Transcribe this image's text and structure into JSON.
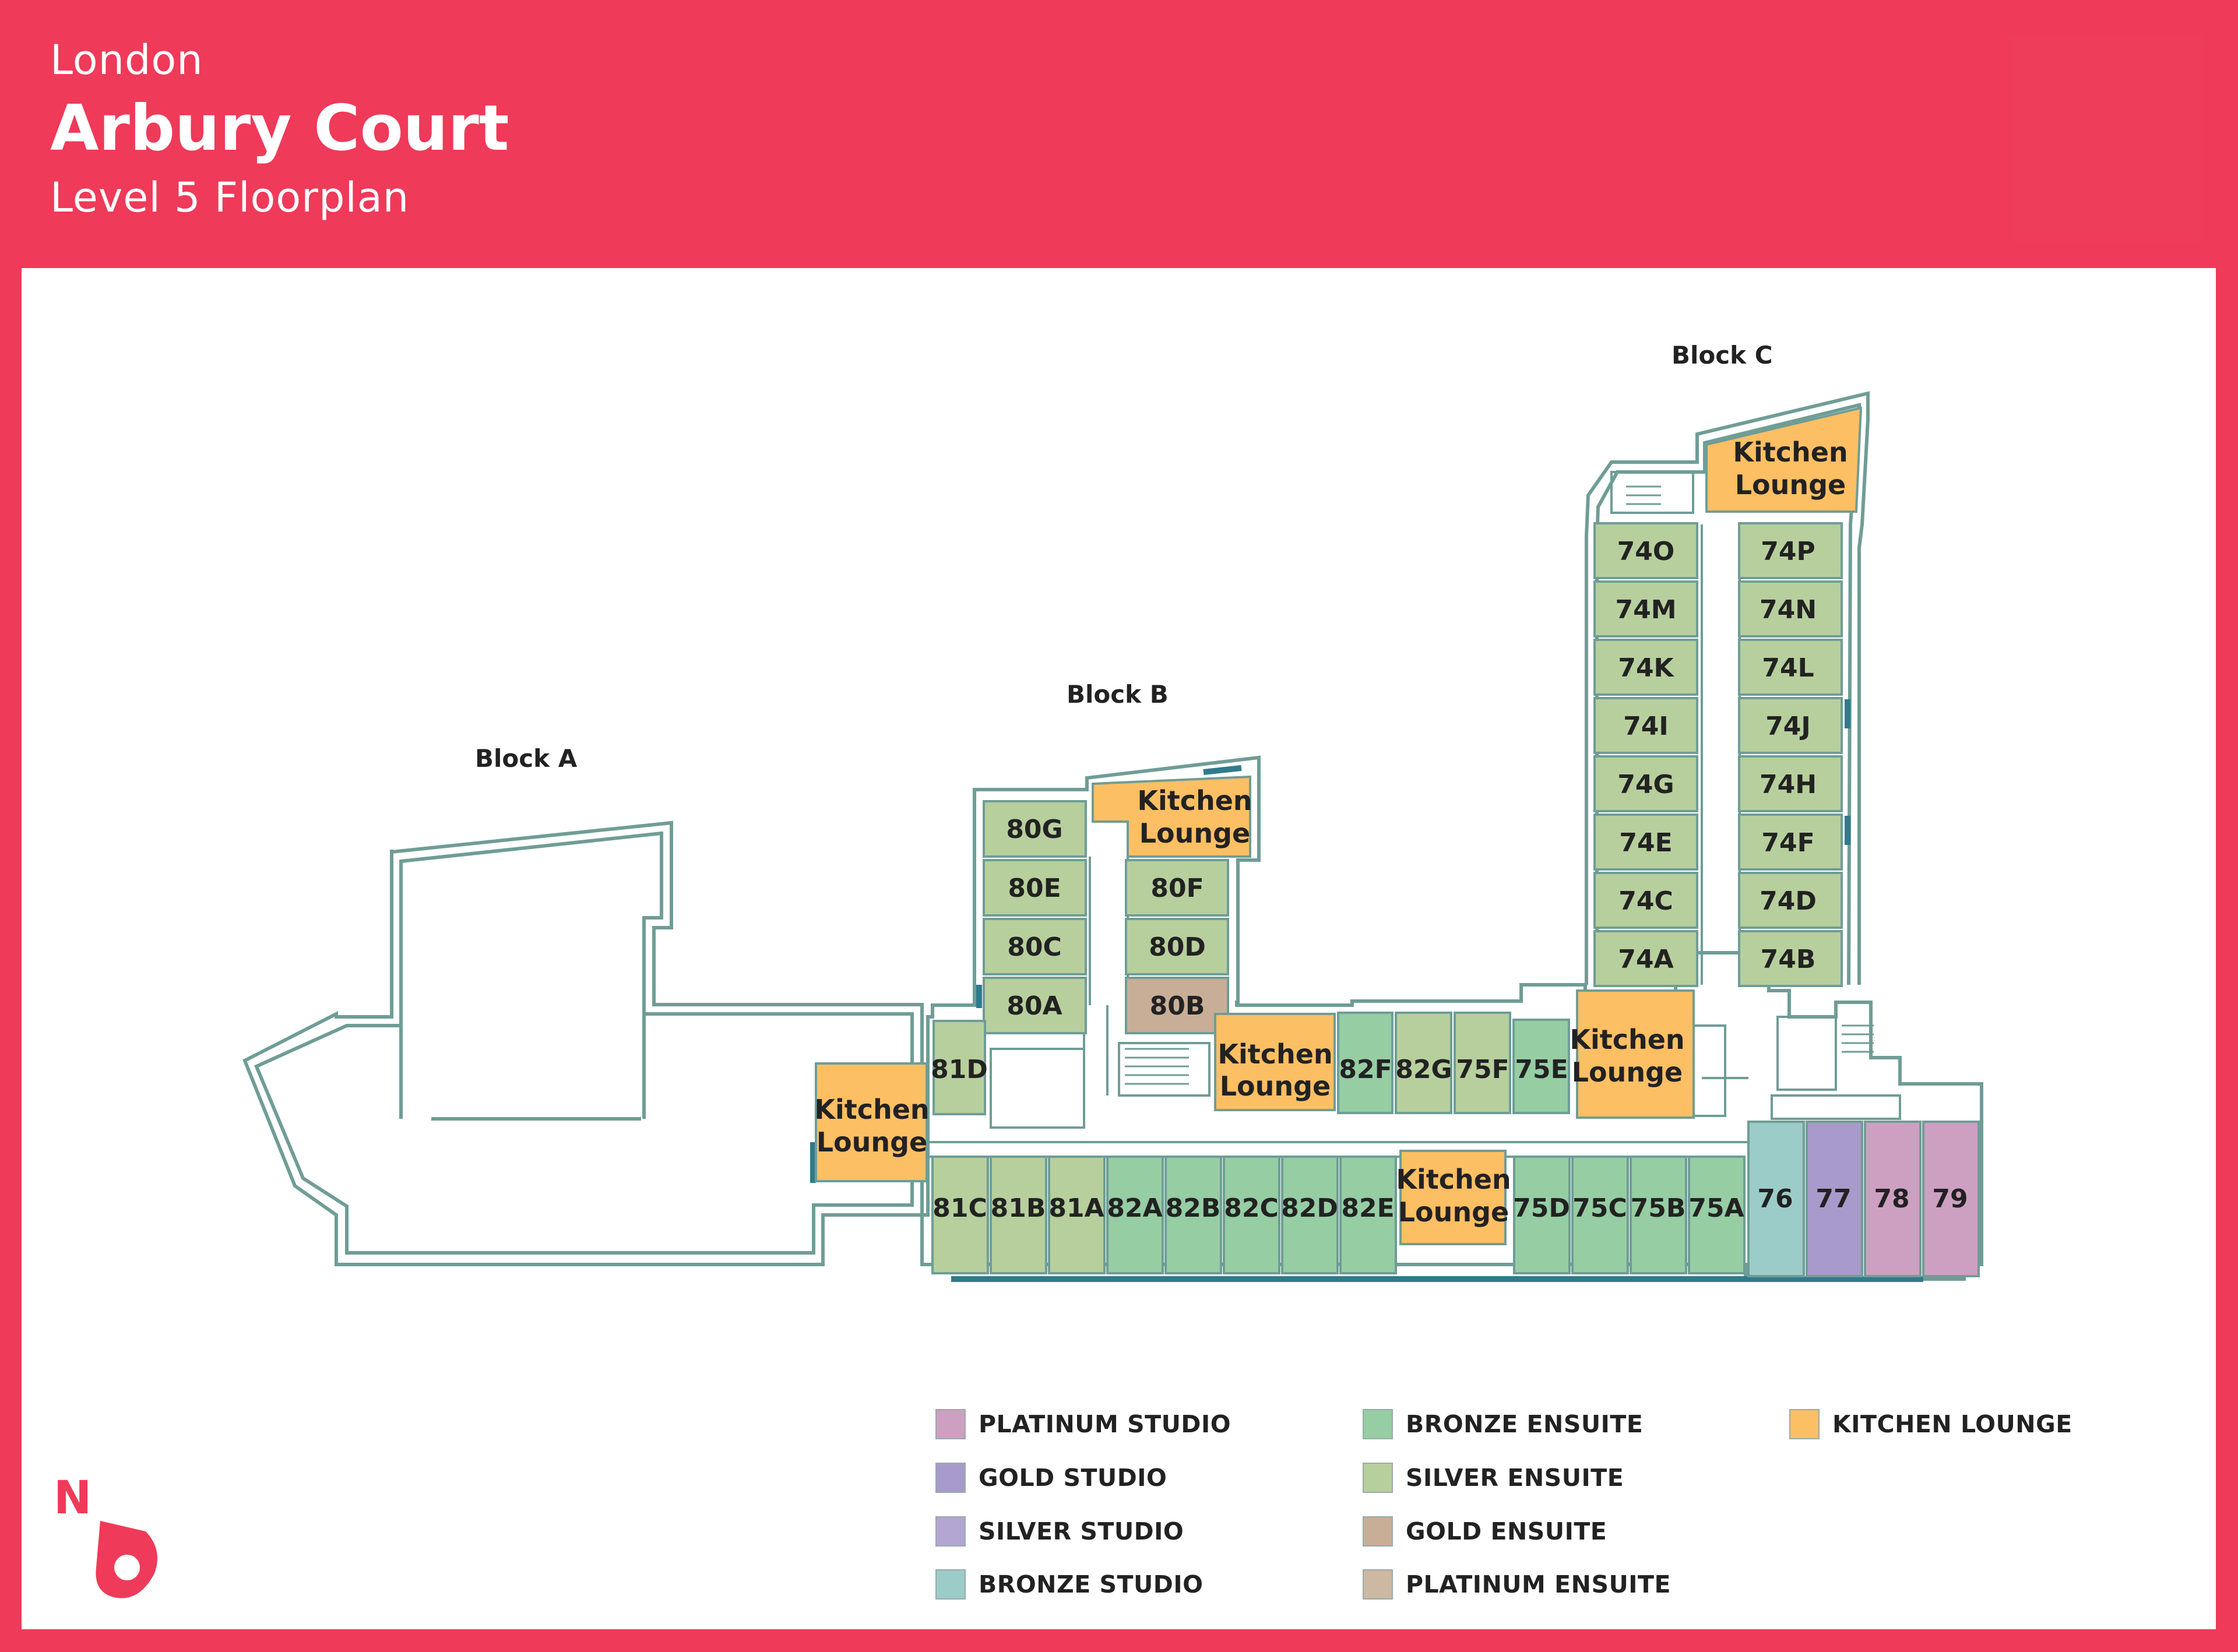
{
  "header": {
    "city": "London",
    "building": "Arbury Court",
    "level": "Level 5 Floorplan"
  },
  "colors": {
    "brand": "#ef3a59",
    "platinum_studio": "#cda0c1",
    "gold_studio": "#a89acb",
    "silver_studio": "#b3a6d3",
    "bronze_studio": "#9cccc8",
    "bronze_ensuite": "#96cda3",
    "silver_ensuite": "#b7cf9d",
    "gold_ensuite": "#c8ae97",
    "platinum_ensuite": "#cdb8a2",
    "kitchen_lounge": "#fdbf63",
    "wall": "#6f9d96"
  },
  "blocks": {
    "a": "Block A",
    "b": "Block B",
    "c": "Block C"
  },
  "rooms": {
    "r74O": "74O",
    "r74P": "74P",
    "r74M": "74M",
    "r74N": "74N",
    "r74K": "74K",
    "r74L": "74L",
    "r74I": "74I",
    "r74J": "74J",
    "r74G": "74G",
    "r74H": "74H",
    "r74E": "74E",
    "r74F": "74F",
    "r74C": "74C",
    "r74D": "74D",
    "r74A": "74A",
    "r74B": "74B",
    "r80G": "80G",
    "r80E": "80E",
    "r80F": "80F",
    "r80C": "80C",
    "r80D": "80D",
    "r80A": "80A",
    "r80B": "80B",
    "r81D": "81D",
    "r82F": "82F",
    "r82G": "82G",
    "r75F": "75F",
    "r75E": "75E",
    "r81C": "81C",
    "r81B": "81B",
    "r81A": "81A",
    "r82A": "82A",
    "r82B": "82B",
    "r82C": "82C",
    "r82D": "82D",
    "r82E": "82E",
    "r75D": "75D",
    "r75C": "75C",
    "r75B": "75B",
    "r75A": "75A",
    "r76": "76",
    "r77": "77",
    "r78": "78",
    "r79": "79",
    "kitchen": "Kitchen",
    "lounge": "Lounge"
  },
  "legend": {
    "platinum_studio": "PLATINUM STUDIO",
    "gold_studio": "GOLD STUDIO",
    "silver_studio": "SILVER STUDIO",
    "bronze_studio": "BRONZE STUDIO",
    "bronze_ensuite": "BRONZE ENSUITE",
    "silver_ensuite": "SILVER ENSUITE",
    "gold_ensuite": "GOLD ENSUITE",
    "platinum_ensuite": "PLATINUM ENSUITE",
    "kitchen_lounge": "KITCHEN LOUNGE"
  },
  "north": {
    "label": "N"
  }
}
